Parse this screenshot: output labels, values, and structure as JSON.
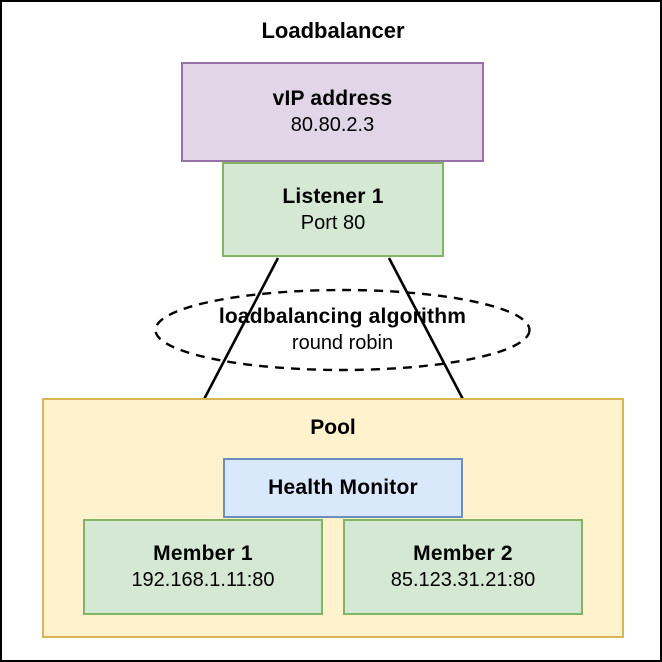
{
  "diagram": {
    "title": "Loadbalancer",
    "background_color": "#ffffff",
    "border_color": "#000000"
  },
  "vip": {
    "title": "vIP address",
    "address": "80.80.2.3",
    "fill": "#e1d5e7",
    "stroke": "#9673a6"
  },
  "listener": {
    "title": "Listener 1",
    "port": "Port 80",
    "fill": "#d5e8d4",
    "stroke": "#82b366"
  },
  "algorithm": {
    "title": "loadbalancing algorithm",
    "value": "round robin",
    "shape": "dashed-ellipse",
    "stroke": "#000000"
  },
  "pool": {
    "title": "Pool",
    "fill": "#fff2cc",
    "stroke": "#d6b656",
    "health_monitor": {
      "title": "Health Monitor",
      "fill": "#dae8fc",
      "stroke": "#6c8ebf"
    },
    "members": [
      {
        "title": "Member 1",
        "endpoint": "192.168.1.11:80",
        "fill": "#d5e8d4",
        "stroke": "#82b366"
      },
      {
        "title": "Member 2",
        "endpoint": "85.123.31.21:80",
        "fill": "#d5e8d4",
        "stroke": "#82b366"
      }
    ]
  },
  "edges": [
    {
      "name": "listener-to-member-1",
      "from": "Listener 1",
      "to": "Member 1",
      "style": "solid-arrow"
    },
    {
      "name": "listener-to-member-2",
      "from": "Listener 1",
      "to": "Member 2",
      "style": "solid-arrow"
    }
  ]
}
